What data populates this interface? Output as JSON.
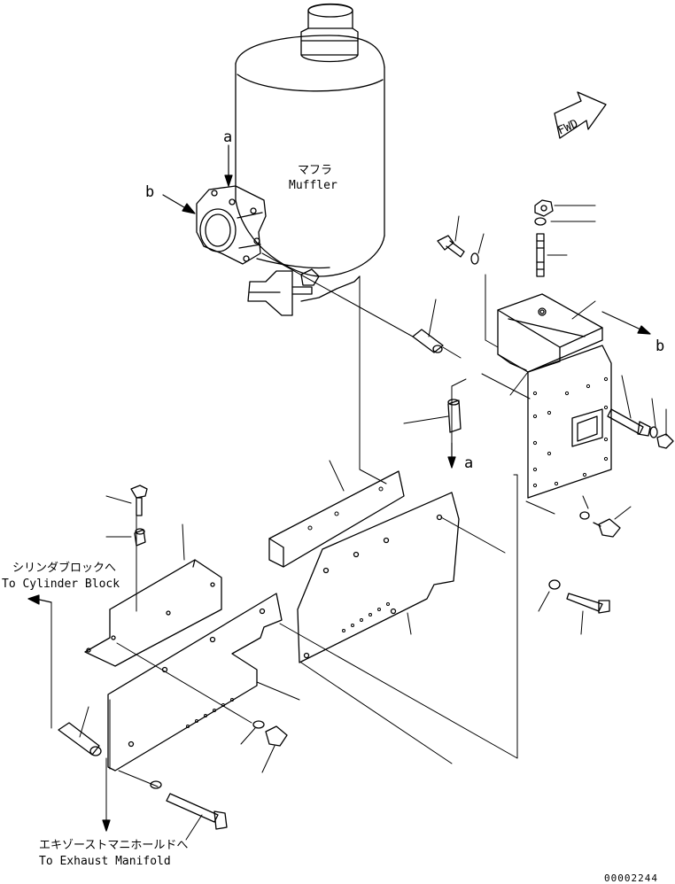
{
  "labels": {
    "muffler_jp": "マフラ",
    "muffler_en": "Muffler",
    "fwd": "FWD",
    "ref_a_top": "a",
    "ref_b_left": "b",
    "ref_b_right": "b",
    "ref_a_mid": "a",
    "cyl_jp": "シリンダブロックへ",
    "cyl_en": "To Cylinder Block",
    "exh_jp": "エキゾーストマニホールドへ",
    "exh_en": "To Exhaust Manifold",
    "drawing_no": "00002244"
  },
  "colors": {
    "line": "#000000",
    "background": "#ffffff"
  }
}
